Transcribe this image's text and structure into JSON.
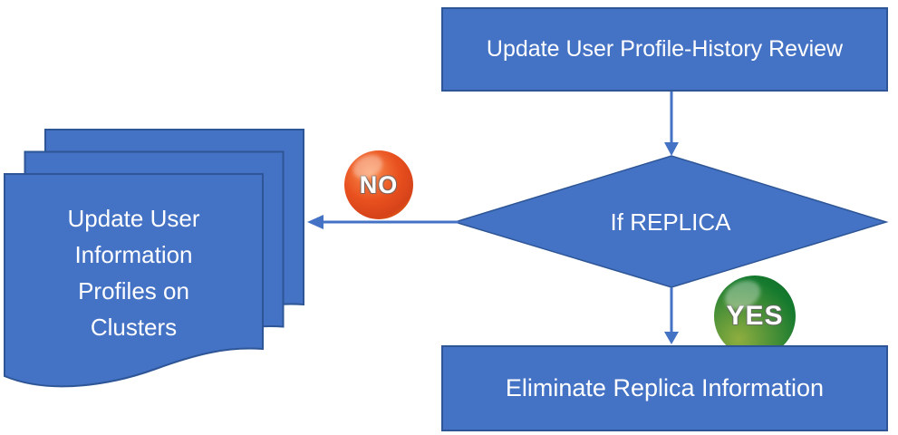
{
  "colors": {
    "background": "#FFFFFF",
    "shape_fill": "#4472C4",
    "shape_border": "#2E5696",
    "arrow": "#4472C4",
    "shape_text": "#FFFFFF",
    "no_badge": "#E8501E",
    "no_badge_rim": "#F08300",
    "yes_badge": "#157A2E",
    "yes_badge_light": "#8FAE3F"
  },
  "flow": {
    "nodes": {
      "profile_history": {
        "type": "process",
        "label": "Update User Profile-History Review"
      },
      "decision": {
        "type": "decision",
        "label": "If REPLICA"
      },
      "eliminate": {
        "type": "process",
        "label": "Eliminate Replica Information"
      },
      "multidoc": {
        "type": "multidocument",
        "label": "Update User Information Profiles on Clusters",
        "lines": [
          "Update User",
          "Information",
          "Profiles on",
          "Clusters"
        ]
      }
    },
    "edges": [
      {
        "from": "profile_history",
        "to": "decision",
        "label": ""
      },
      {
        "from": "decision",
        "to": "multidoc",
        "label": "NO"
      },
      {
        "from": "decision",
        "to": "eliminate",
        "label": "YES"
      }
    ]
  }
}
